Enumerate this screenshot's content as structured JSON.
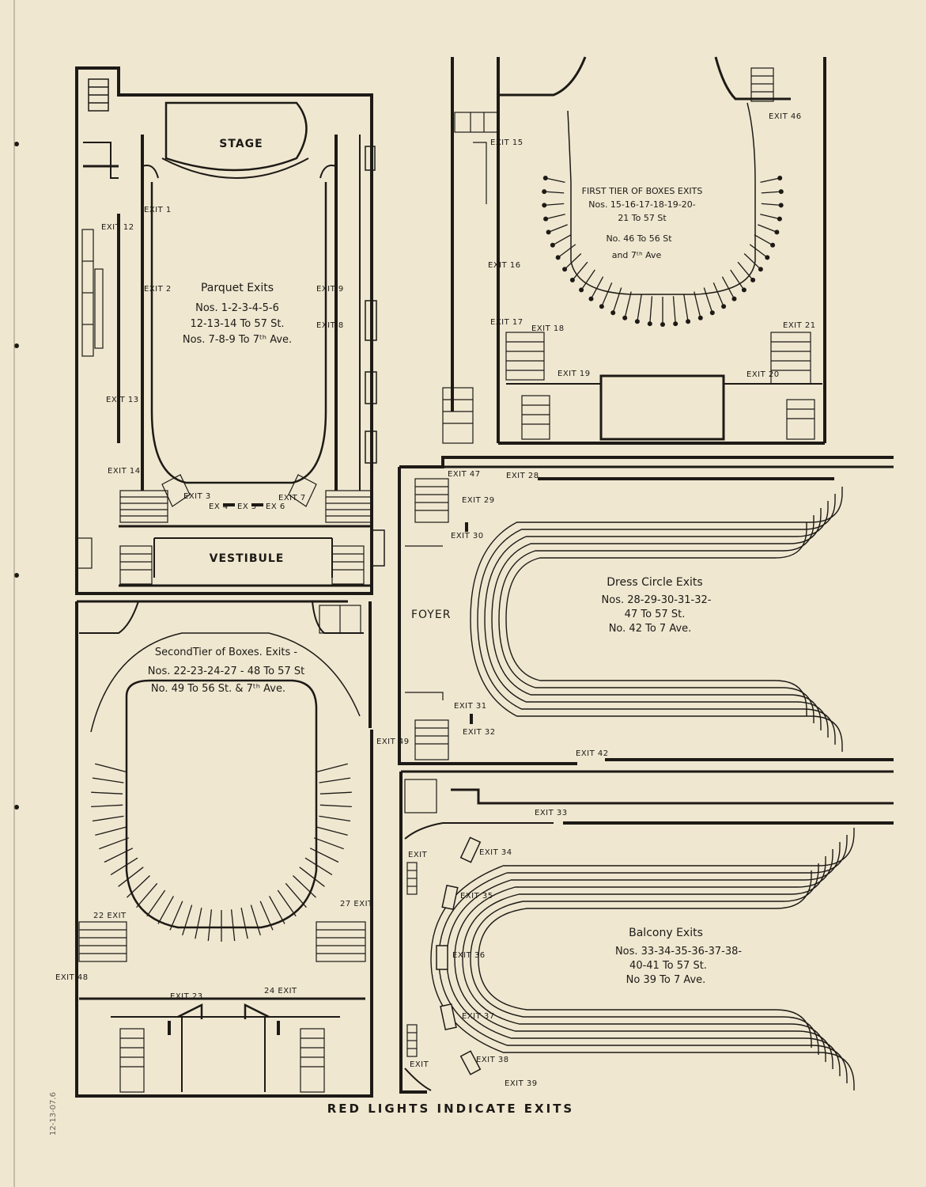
{
  "colors": {
    "paper": "#efe7d0",
    "ink": "#1d1a16"
  },
  "parquet": {
    "stage": "STAGE",
    "vestibule": "VESTIBULE",
    "title": "Parquet Exits",
    "lines": [
      "Nos. 1-2-3-4-5-6",
      "12-13-14 To 57 St.",
      "Nos. 7-8-9 To 7ᵗʰ Ave."
    ],
    "exits": {
      "e1": "EXIT 1",
      "e2": "EXIT 2",
      "e9": "EXIT 9",
      "e8": "EXIT 8",
      "e12": "EXIT 12",
      "e13": "EXIT 13",
      "e14": "EXIT 14",
      "e3": "EXIT 3",
      "e4": "EX 4",
      "e5": "EX 5",
      "e6": "EX 6",
      "e7": "EXIT 7"
    }
  },
  "first_tier": {
    "lines": [
      "FIRST TIER OF BOXES EXITS",
      "Nos. 15-16-17-18-19-20-",
      "21 To 57 St",
      "No. 46 To 56 St",
      "and 7ᵗʰ Ave"
    ],
    "exits": {
      "e15": "EXIT 15",
      "e16": "EXIT 16",
      "e17": "EXIT 17",
      "e18": "EXIT 18",
      "e19": "EXIT 19",
      "e20": "EXIT 20",
      "e21": "EXIT 21",
      "e46": "EXIT 46"
    }
  },
  "dress_circle": {
    "foyer": "FOYER",
    "title": "Dress Circle Exits",
    "lines": [
      "Nos. 28-29-30-31-32-",
      "47 To 57 St.",
      "No. 42 To 7 Ave."
    ],
    "exits": {
      "e47": "EXIT 47",
      "e28": "EXIT 28",
      "e29": "EXIT 29",
      "e30": "EXIT 30",
      "e31": "EXIT 31",
      "e32": "EXIT 32",
      "e42": "EXIT 42"
    }
  },
  "second_tier": {
    "lines": [
      "SecondTier of Boxes. Exits -",
      "Nos. 22-23-24-27 - 48 To 57 St",
      "No. 49 To 56 St. & 7ᵗʰ Ave."
    ],
    "exits": {
      "e49": "EXIT 49",
      "e22": "22 EXIT",
      "e27": "27 EXIT",
      "e48": "EXIT 48",
      "e23": "EXIT 23",
      "e24": "24 EXIT"
    }
  },
  "balcony": {
    "title": "Balcony Exits",
    "lines": [
      "Nos. 33-34-35-36-37-38-",
      "40-41 To 57 St.",
      "No 39 To 7 Ave."
    ],
    "exits": {
      "e33": "EXIT 33",
      "e34": "EXIT 34",
      "e35": "EXIT 35",
      "e36": "EXIT 36",
      "e37": "EXIT 37",
      "e38": "EXIT 38",
      "e39": "EXIT 39",
      "eL1": "EXIT",
      "eL2": "EXIT"
    }
  },
  "footer": "RED LIGHTS INDICATE EXITS",
  "handwriting": "12-13-07.6"
}
